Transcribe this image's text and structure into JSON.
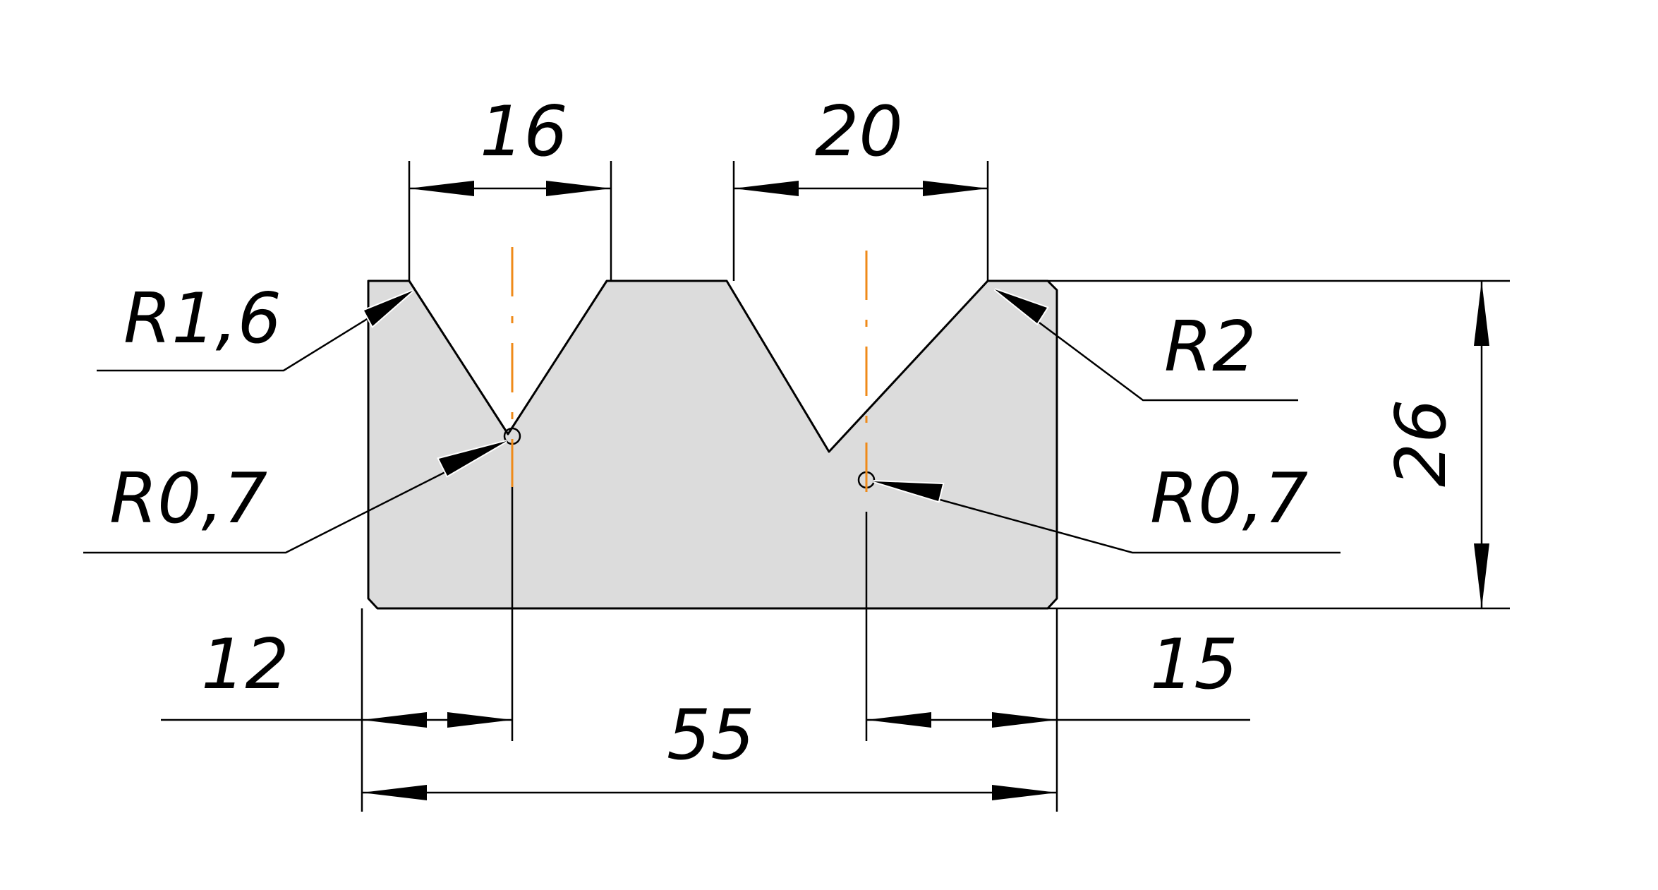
{
  "drawing": {
    "fill_color": "#dcdcdc",
    "line_color": "#000000",
    "centerline_color": "#ef8a18",
    "dimensions": {
      "overall_width": "55",
      "height": "26",
      "left_v_opening": "16",
      "right_v_opening": "20",
      "left_offset": "12",
      "right_offset": "15"
    },
    "radii": {
      "left_top_edge": "R1,6",
      "left_v_bottom": "R0,7",
      "right_top_edge": "R2",
      "right_v_bottom": "R0,7"
    }
  }
}
